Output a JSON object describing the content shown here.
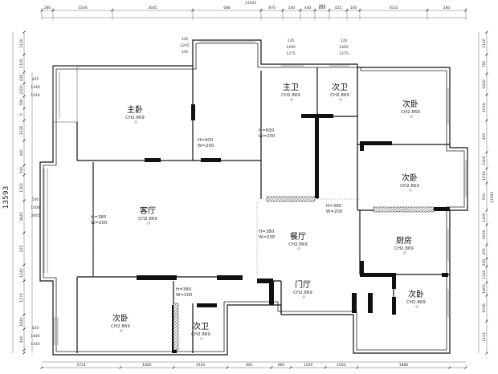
{
  "overall_dimension": "13593",
  "top_dimensions": [
    "280",
    "5546",
    "2605",
    "688",
    "870",
    "540",
    "440",
    "850",
    "425",
    "100",
    "3532",
    "280"
  ],
  "top_dim_extra": "302",
  "bottom_dimensions": [
    "4724",
    "1885",
    "1920",
    "881",
    "860",
    "1200",
    "1060",
    "3880"
  ],
  "left_dimensions": [
    "1130",
    "1100",
    "438",
    "2200",
    "590",
    "0",
    "1326",
    "440",
    "540",
    "1300",
    "3645",
    "425",
    "1240",
    "1379",
    "1840",
    "440"
  ],
  "right_dimensions": [
    "1130",
    "780",
    "1440",
    "1018",
    "400",
    "1400",
    "1016",
    "530",
    "1400",
    "1016",
    "200",
    "530",
    "1240",
    "1400",
    "1016",
    "1153"
  ],
  "rooms": [
    {
      "id": "master-bedroom",
      "name": "主卧",
      "ceiling": "CH2.869"
    },
    {
      "id": "master-bath",
      "name": "主卫",
      "ceiling": "CH2.869"
    },
    {
      "id": "second-bath-top",
      "name": "次卫",
      "ceiling": "CH2.869"
    },
    {
      "id": "bedroom-ne",
      "name": "次卧",
      "ceiling": "CH2.869"
    },
    {
      "id": "bedroom-e",
      "name": "次卧",
      "ceiling": "CH2.869"
    },
    {
      "id": "living-room",
      "name": "客厅",
      "ceiling": "CH2.869"
    },
    {
      "id": "dining-room",
      "name": "餐厅",
      "ceiling": "CH2.869"
    },
    {
      "id": "kitchen",
      "name": "厨房",
      "ceiling": "CH2.869"
    },
    {
      "id": "entrance",
      "name": "门厅",
      "ceiling": "CH2.869"
    },
    {
      "id": "bedroom-se",
      "name": "次卧",
      "ceiling": "CH2.869"
    },
    {
      "id": "bedroom-sw",
      "name": "次卧",
      "ceiling": "CH2.869"
    },
    {
      "id": "second-bath-bottom",
      "name": "次卫",
      "ceiling": "CH2.869"
    }
  ],
  "openings": [
    {
      "id": "opening-corridor",
      "h": "H=400",
      "w": "W=200"
    },
    {
      "id": "opening-master-bath",
      "h": "H=600",
      "w": "W=200"
    },
    {
      "id": "opening-kitchen",
      "h": "H=380",
      "w": "W=200"
    },
    {
      "id": "opening-living",
      "h": "H=380",
      "w": "W=200"
    },
    {
      "id": "opening-dining",
      "h": "H=380",
      "w": "W=200"
    },
    {
      "id": "opening-bath-bottom",
      "h": "H=380",
      "w": "W=200"
    }
  ],
  "window_notes": [
    {
      "id": "win-balcony",
      "lines": [
        "345",
        "2245",
        "345"
      ]
    },
    {
      "id": "win-master-bath",
      "lines": [
        "135",
        "1400",
        "1275"
      ]
    },
    {
      "id": "win-bath-top",
      "lines": [
        "135",
        "1400",
        "1275"
      ]
    },
    {
      "id": "win-master-bed",
      "lines": [
        "435",
        "1440",
        "1016"
      ]
    },
    {
      "id": "win-living",
      "lines": [
        "540",
        "1000",
        "3645"
      ]
    },
    {
      "id": "win-bedroom-sw",
      "lines": [
        "420",
        "1840",
        "1016"
      ]
    }
  ],
  "top_title": "13593"
}
